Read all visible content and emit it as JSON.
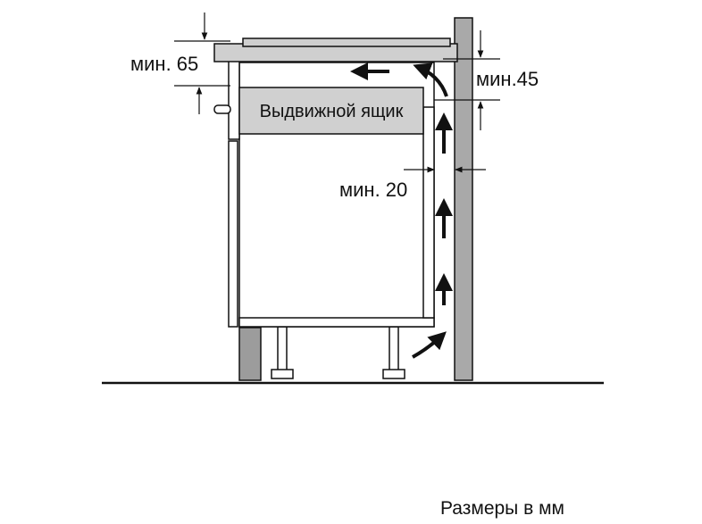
{
  "labels": {
    "min_65": "мин. 65",
    "min_45": "мин.45",
    "min_20": "мин. 20",
    "drawer": "Выдвижной ящик",
    "caption": "Размеры в мм"
  },
  "colors": {
    "wall": "#a9a9a9",
    "cabinet": "#ffffff",
    "plinth": "#9c9c9c",
    "drawer_front": "#d0d0d0",
    "hob": "#cfcfcf",
    "outline": "#111111",
    "arrow": "#111111"
  }
}
